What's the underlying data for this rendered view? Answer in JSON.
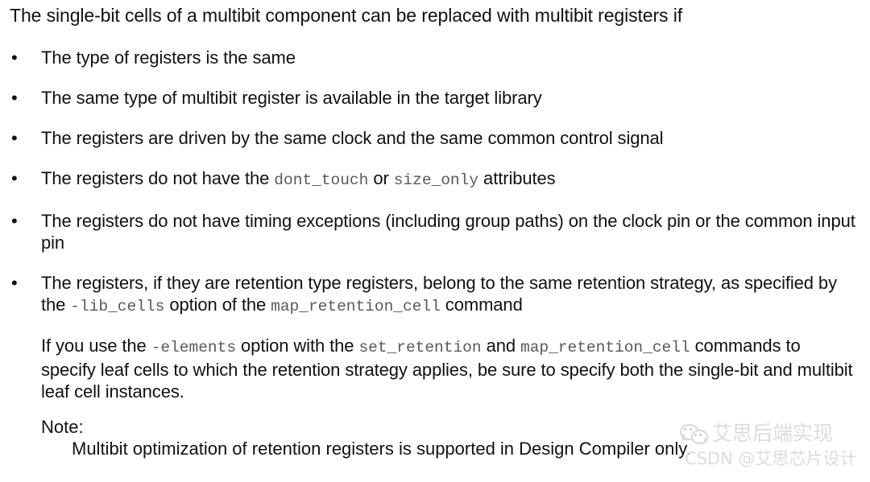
{
  "document": {
    "intro": "The single-bit cells of a multibit component can be replaced with multibit registers if",
    "bullet_marker": "•",
    "bullets": [
      {
        "id": "same-register-type",
        "segments": [
          {
            "kind": "text",
            "value": "The type of registers is the same"
          }
        ]
      },
      {
        "id": "multibit-register-available",
        "segments": [
          {
            "kind": "text",
            "value": "The same type of multibit register is available in the target library"
          }
        ]
      },
      {
        "id": "same-clock-and-control",
        "segments": [
          {
            "kind": "text",
            "value": "The registers are driven by the same clock and the same common control signal"
          }
        ]
      },
      {
        "id": "no-dont-touch-size-only",
        "segments": [
          {
            "kind": "text",
            "value": "The registers do not have the "
          },
          {
            "kind": "code",
            "value": "dont_touch"
          },
          {
            "kind": "text",
            "value": " or "
          },
          {
            "kind": "code",
            "value": "size_only"
          },
          {
            "kind": "text",
            "value": " attributes"
          }
        ]
      },
      {
        "id": "no-timing-exceptions",
        "segments": [
          {
            "kind": "text",
            "value": "The registers do not have timing exceptions (including group paths) on the clock pin or the common input pin"
          }
        ]
      },
      {
        "id": "retention-strategy",
        "segments": [
          {
            "kind": "text",
            "value": "The registers, if they are retention type registers, belong to the same retention strategy, as specified by the "
          },
          {
            "kind": "code",
            "value": "-lib_cells"
          },
          {
            "kind": "text",
            "value": " option of the "
          },
          {
            "kind": "code",
            "value": "map_retention_cell"
          },
          {
            "kind": "text",
            "value": " command"
          }
        ]
      }
    ],
    "sub_paragraph": {
      "id": "elements-option-note",
      "segments": [
        {
          "kind": "text",
          "value": "If you use the "
        },
        {
          "kind": "code",
          "value": "-elements"
        },
        {
          "kind": "text",
          "value": " option with the "
        },
        {
          "kind": "code",
          "value": "set_retention"
        },
        {
          "kind": "text",
          "value": " and "
        },
        {
          "kind": "code",
          "value": "map_retention_cell"
        },
        {
          "kind": "text",
          "value": " commands to specify leaf cells to which the retention strategy applies, be sure to specify both the single-bit and multibit leaf cell instances."
        }
      ]
    },
    "note": {
      "label": "Note:",
      "body": "Multibit optimization of retention registers is supported in Design Compiler only."
    }
  },
  "watermark": {
    "logo_name": "wechat-logo-icon",
    "brand": "艾思后端实现",
    "attribution": "CSDN @艾思芯片设计",
    "color": "#dcdcdc"
  }
}
